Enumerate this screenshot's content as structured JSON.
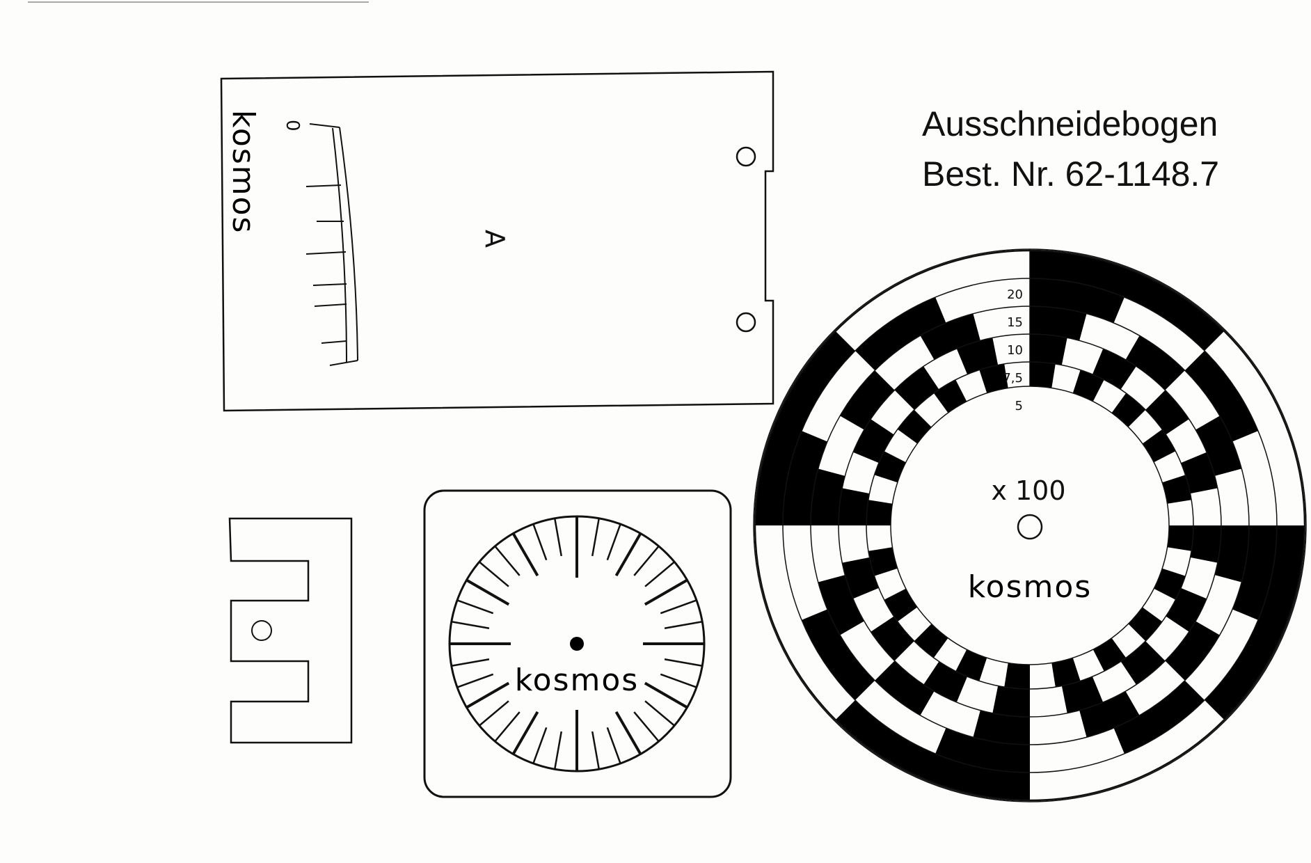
{
  "title": {
    "line1": "Ausschneidebogen",
    "line2": "Best. Nr. 62-1148.7"
  },
  "ammeter": {
    "brand": "kosmos",
    "zero_label": "0",
    "unit": "A"
  },
  "dial": {
    "brand": "kosmos"
  },
  "disc": {
    "ring_labels": [
      "20",
      "15",
      "10",
      "7,5",
      "5"
    ],
    "multiplier": "x 100",
    "brand": "kosmos"
  }
}
